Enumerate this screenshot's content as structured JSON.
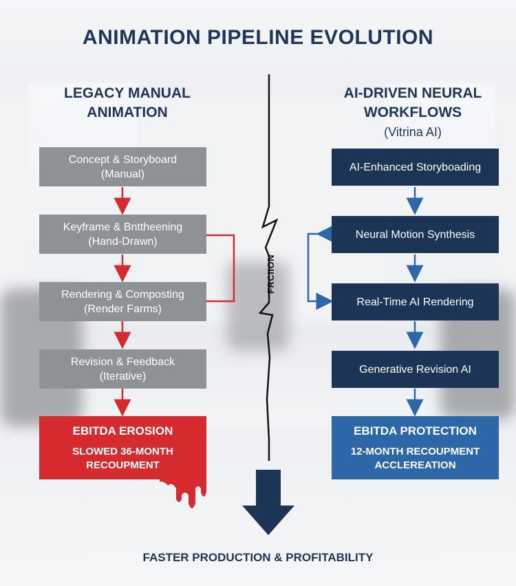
{
  "title": "ANIMATION PIPELINE EVOLUTION",
  "left": {
    "heading_line1": "LEGACY MANUAL",
    "heading_line2": "ANIMATION",
    "steps": [
      {
        "line1": "Concept & Storyboard",
        "line2": "(Manual)"
      },
      {
        "line1": "Keyframe & Bnttheening",
        "line2": "(Hand-Drawn)"
      },
      {
        "line1": "Rendering & Composting",
        "line2": "(Render Farms)"
      },
      {
        "line1": "Revision & Feedback",
        "line2": "(Iterative)"
      }
    ],
    "outcome": {
      "heading": "EBITDA EROSION",
      "line1": "SLOWED 36-MONTH",
      "line2": "RECOUPMENT"
    }
  },
  "right": {
    "heading_line1": "AI-DRIVEN NEURAL",
    "heading_line2": "WORKFLOWS",
    "heading_sub": "(Vitrina AI)",
    "steps": [
      {
        "label": "AI-Enhanced Storyboading"
      },
      {
        "label": "Neural Motion Synthesis"
      },
      {
        "label": "Real-Time AI Rendering"
      },
      {
        "label": "Generative Revision AI"
      }
    ],
    "outcome": {
      "heading": "EBITDA PROTECTION",
      "line1": "12-MONTH RECOUPMENT",
      "line2": "ACCLEREATION"
    }
  },
  "divider_label": "FRCIION",
  "footer": "FASTER PRODUCTION & PROFITABILITY",
  "colors": {
    "navy": "#1c3557",
    "gray": "#8e9196",
    "red": "#d52a2e",
    "blue": "#2d67a8",
    "title": "#1d3557"
  }
}
